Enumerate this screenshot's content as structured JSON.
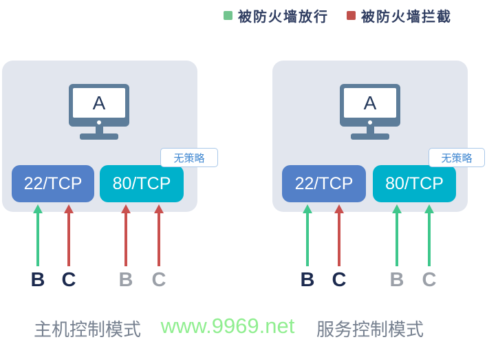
{
  "legend": {
    "allowed": {
      "label": "被防火墙放行",
      "color": "#72c48e"
    },
    "blocked": {
      "label": "被防火墙拦截",
      "color": "#c0504b"
    }
  },
  "watermark": {
    "text": "www.9969.net",
    "color": "#90ee90"
  },
  "status_colors": {
    "allowed": "#3fc78c",
    "blocked": "#c9504e"
  },
  "panels": [
    {
      "caption": "主机控制模式",
      "host_label": "A",
      "ports": [
        {
          "label": "22/TCP",
          "color": "#5380c8"
        },
        {
          "label": "80/TCP",
          "color": "#00b1cb",
          "tag": "无策略"
        }
      ],
      "flows": [
        {
          "source": "B",
          "port": "22/TCP",
          "status": "allowed",
          "label_tone": "dark"
        },
        {
          "source": "C",
          "port": "22/TCP",
          "status": "blocked",
          "label_tone": "dark"
        },
        {
          "source": "B",
          "port": "80/TCP",
          "status": "blocked",
          "label_tone": "gray"
        },
        {
          "source": "C",
          "port": "80/TCP",
          "status": "blocked",
          "label_tone": "gray"
        }
      ]
    },
    {
      "caption": "服务控制模式",
      "host_label": "A",
      "ports": [
        {
          "label": "22/TCP",
          "color": "#5380c8"
        },
        {
          "label": "80/TCP",
          "color": "#00b1cb",
          "tag": "无策略"
        }
      ],
      "flows": [
        {
          "source": "B",
          "port": "22/TCP",
          "status": "allowed",
          "label_tone": "dark"
        },
        {
          "source": "C",
          "port": "22/TCP",
          "status": "blocked",
          "label_tone": "dark"
        },
        {
          "source": "B",
          "port": "80/TCP",
          "status": "allowed",
          "label_tone": "gray"
        },
        {
          "source": "C",
          "port": "80/TCP",
          "status": "allowed",
          "label_tone": "gray"
        }
      ]
    }
  ]
}
